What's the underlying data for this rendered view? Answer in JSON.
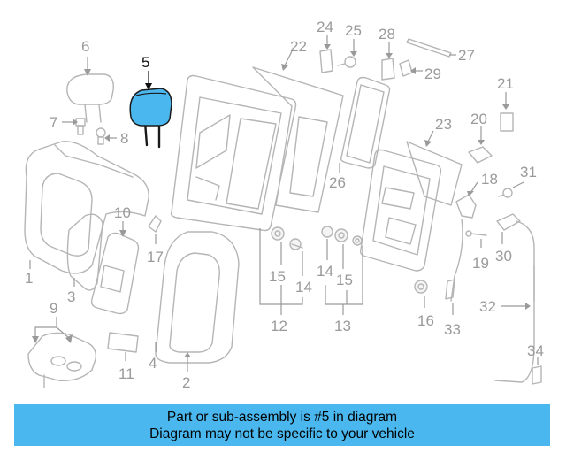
{
  "diagram": {
    "callouts": {
      "c1": "1",
      "c2": "2",
      "c3": "3",
      "c4": "4",
      "c5": "5",
      "c6": "6",
      "c7": "7",
      "c8": "8",
      "c9": "9",
      "c10": "10",
      "c11": "11",
      "c12": "12",
      "c13": "13",
      "c14a": "14",
      "c14b": "14",
      "c15a": "15",
      "c15b": "15",
      "c16": "16",
      "c17": "17",
      "c18": "18",
      "c19": "19",
      "c20": "20",
      "c21": "21",
      "c22": "22",
      "c23": "23",
      "c24": "24",
      "c25": "25",
      "c26": "26",
      "c27": "27",
      "c28": "28",
      "c29": "29",
      "c30": "30",
      "c31": "31",
      "c32": "32",
      "c33": "33",
      "c34": "34"
    },
    "highlight_color": "#4ab8ef",
    "highlighted_part": "5"
  },
  "banner": {
    "line1": "Part or sub-assembly is #5 in diagram",
    "line2": "Diagram may not be specific to your vehicle"
  }
}
